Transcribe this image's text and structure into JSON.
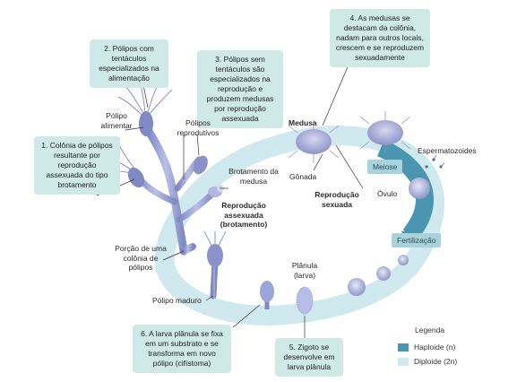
{
  "callouts": {
    "c1": "1. Colônia de pólipos resultante por reprodução assexuada do tipo brotamento",
    "c2": "2. Pólipos com tentáculos especializados na alimentação",
    "c3": "3. Pólipos sem tentáculos são especializados na reprodução e produzem medusas por reprodução assexuada",
    "c4": "4. As medusas se destacam da colônia, nadam para outros locais, crescem e se reproduzem sexuadamente",
    "c5": "5. Zigoto se desenvolve em larva plânula",
    "c6": "6. A larva plânula se fixa em um substrato e se transforma em novo pólipo (cifístoma)"
  },
  "labels": {
    "polipo_alimentar": "Pólipo alimentar",
    "polipos_reprodutivos": "Pólipos reprodutivos",
    "brotamento_medusa": "Brotamento da medusa",
    "reproducao_assexuada": "Reprodução assexuada (brotamento)",
    "medusa": "Medusa",
    "gonada": "Gônada",
    "reproducao_sexuada": "Reprodução sexuada",
    "ovulo": "Óvulo",
    "espermatozoides": "Espermatozoides",
    "porcao_colonia": "Porção de uma colônia de pólipos",
    "polipo_maduro": "Pólipo maduro",
    "planula": "Plânula (larva)"
  },
  "stages": {
    "meiose": "Meiose",
    "fertilizacao": "Fertilização"
  },
  "legend": {
    "title": "Legenda",
    "items": [
      {
        "label": "Haploide (n)",
        "color": "#4a96b0"
      },
      {
        "label": "Diploide (2n)",
        "color": "#cfe9ee"
      }
    ]
  },
  "colors": {
    "callout_bg": "#cfe9e6",
    "cycle_band": "#cfe9ee",
    "haploid": "#4a96b0",
    "organism": "#9aa6d6"
  }
}
